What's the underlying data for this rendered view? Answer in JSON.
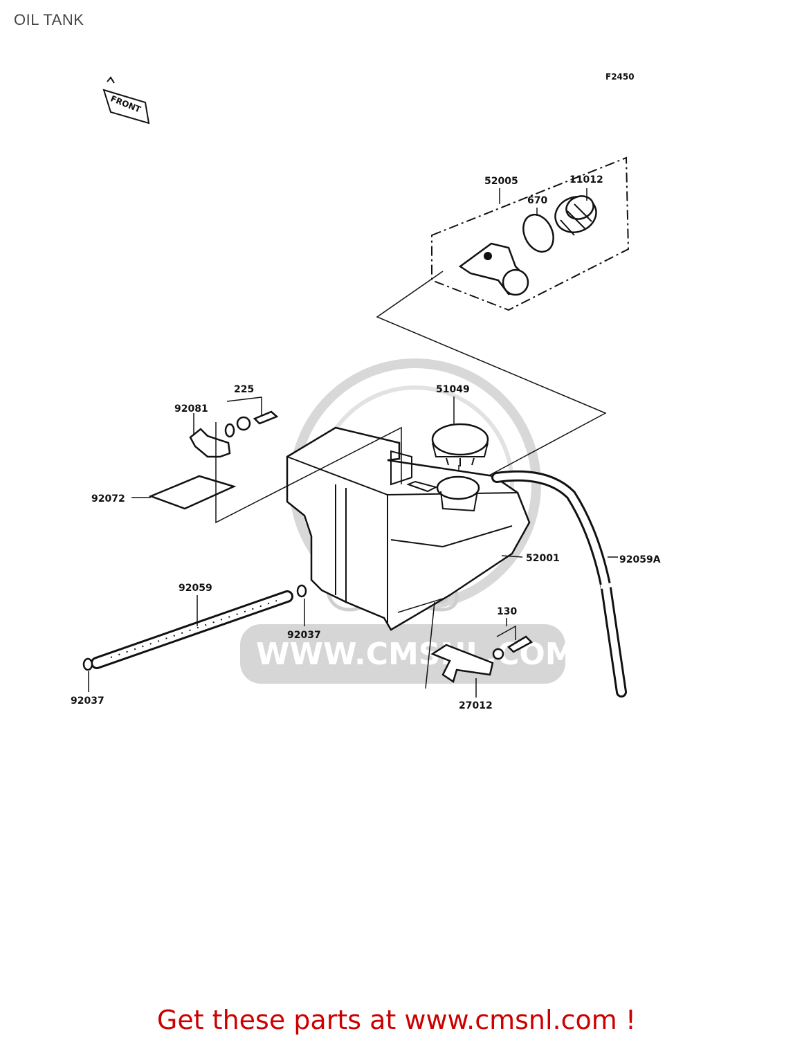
{
  "page": {
    "title": "OIL TANK"
  },
  "diagram": {
    "figure_code": "F2450",
    "front_label": "FRONT",
    "watermark_text": "WWW.CMSNL.COM",
    "watermark_logo": "CMS",
    "callouts": [
      {
        "id": "52005",
        "label": "52005"
      },
      {
        "id": "11012",
        "label": "11012"
      },
      {
        "id": "670",
        "label": "670"
      },
      {
        "id": "51049",
        "label": "51049"
      },
      {
        "id": "225",
        "label": "225"
      },
      {
        "id": "92081",
        "label": "92081"
      },
      {
        "id": "92072",
        "label": "92072"
      },
      {
        "id": "52001",
        "label": "52001"
      },
      {
        "id": "92059A",
        "label": "92059A"
      },
      {
        "id": "92059",
        "label": "92059"
      },
      {
        "id": "92037-right",
        "label": "92037"
      },
      {
        "id": "92037-left",
        "label": "92037"
      },
      {
        "id": "130",
        "label": "130"
      },
      {
        "id": "27012",
        "label": "27012"
      }
    ]
  },
  "promo": {
    "text": "Get these parts at www.cmsnl.com !"
  },
  "colors": {
    "promo": "#cc0000",
    "title": "#444444",
    "lines": "#111111",
    "watermark": "#cfcfcf"
  }
}
